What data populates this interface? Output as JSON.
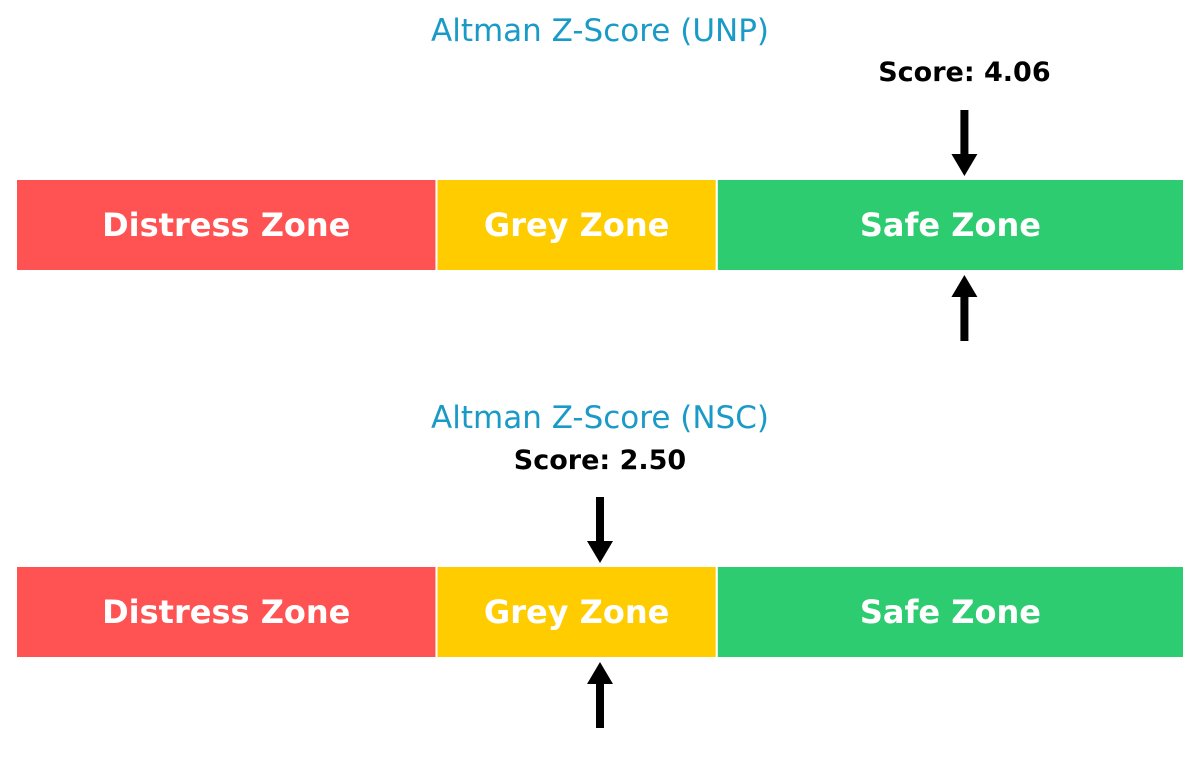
{
  "chart_data": [
    {
      "type": "gauge",
      "title": "Altman Z-Score (UNP)",
      "score": 4.06,
      "score_label": "Score: 4.06",
      "zones": [
        {
          "name": "Distress Zone",
          "label": "Distress Zone",
          "from": 0,
          "to": 1.8,
          "color": "#ff5252"
        },
        {
          "name": "Grey Zone",
          "label": "Grey Zone",
          "from": 1.8,
          "to": 3.0,
          "color": "#ffcc00"
        },
        {
          "name": "Safe Zone",
          "label": "Safe Zone",
          "from": 3.0,
          "to": 5.0,
          "color": "#2ecc71"
        }
      ],
      "xlim": [
        0,
        5
      ]
    },
    {
      "type": "gauge",
      "title": "Altman Z-Score (NSC)",
      "score": 2.5,
      "score_label": "Score: 2.50",
      "zones": [
        {
          "name": "Distress Zone",
          "label": "Distress Zone",
          "from": 0,
          "to": 1.8,
          "color": "#ff5252"
        },
        {
          "name": "Grey Zone",
          "label": "Grey Zone",
          "from": 1.8,
          "to": 3.0,
          "color": "#ffcc00"
        },
        {
          "name": "Safe Zone",
          "label": "Safe Zone",
          "from": 3.0,
          "to": 5.0,
          "color": "#2ecc71"
        }
      ],
      "xlim": [
        0,
        5
      ]
    }
  ]
}
